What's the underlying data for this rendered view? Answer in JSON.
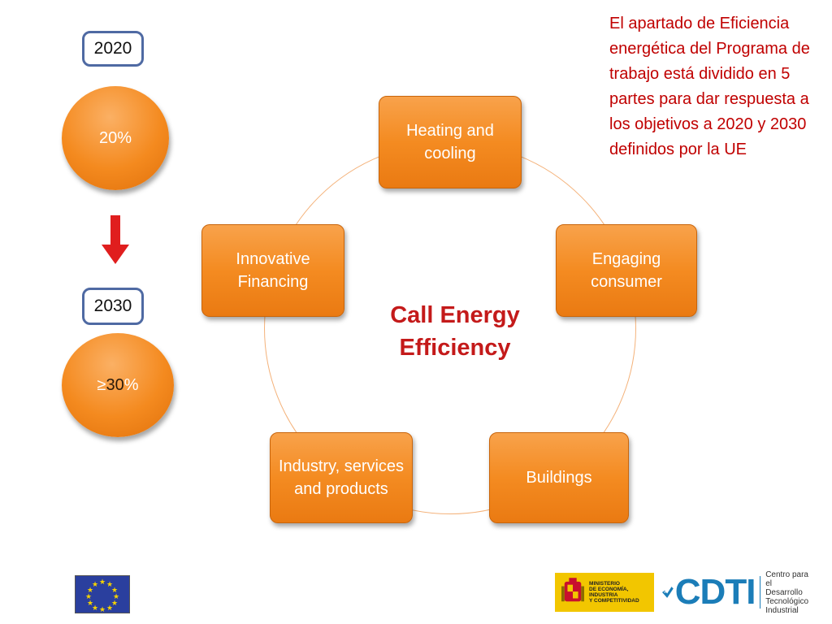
{
  "timeline": {
    "year_2020": "2020",
    "target_2020": "20%",
    "year_2030": "2030",
    "target_2030_symbol": "≥",
    "target_2030_value": "30",
    "target_2030_unit": "%",
    "arrow_color": "#e01e1e"
  },
  "diagram": {
    "center_line1": "Call Energy",
    "center_line2": "Efficiency",
    "nodes": [
      {
        "label": "Heating and cooling"
      },
      {
        "label": "Engaging consumer"
      },
      {
        "label": "Buildings"
      },
      {
        "label": "Industry, services and products"
      },
      {
        "label": "Innovative Financing"
      }
    ],
    "box_color": "#f48b21",
    "title_color": "#c41a1a"
  },
  "note": {
    "text": "El apartado de Eficiencia energética del Programa de trabajo está dividido en 5 partes para dar respuesta a los objetivos  a 2020 y 2030 definidos por la UE"
  },
  "logos": {
    "ministerio_text": "MINISTERIO\nDE ECONOMÍA, INDUSTRIA\nY COMPETITIVIDAD",
    "cdti_mark": "CDTI",
    "cdti_side": "Centro para el\nDesarrollo\nTecnológico\nIndustrial"
  }
}
